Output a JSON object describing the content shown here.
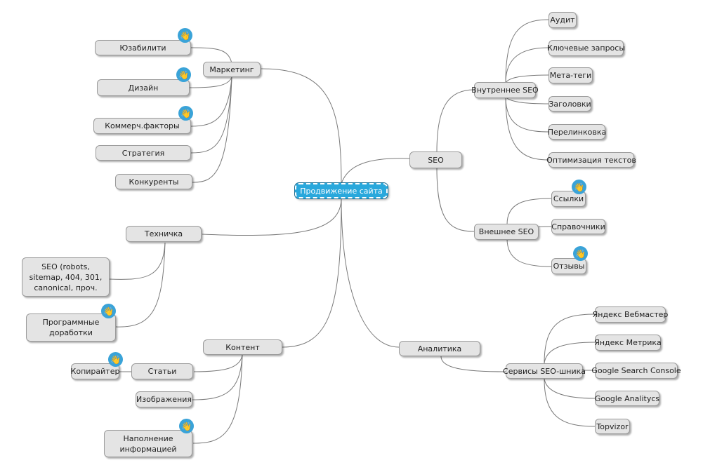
{
  "root": "Продвижение сайта",
  "marketing": {
    "label": "Маркетинг",
    "children": [
      "Юзабилити",
      "Дизайн",
      "Коммерч.факторы",
      "Стратегия",
      "Конкуренты"
    ]
  },
  "technical": {
    "label": "Техничка",
    "children": [
      "SEO (robots, sitemap, 404, 301, canonical, проч.",
      "Программные доработки"
    ]
  },
  "content": {
    "label": "Контент",
    "articles": "Статьи",
    "copywriter": "Копирайтер",
    "images": "Изображения",
    "filling": "Наполнение информацией"
  },
  "seo": {
    "label": "SEO",
    "internal": {
      "label": "Внутреннее SEO",
      "children": [
        "Аудит",
        "Ключевые запросы",
        "Мета-теги",
        "Заголовки",
        "Перелинковка",
        "Оптимизация текстов"
      ]
    },
    "external": {
      "label": "Внешнее SEO",
      "children": [
        "Ссылки",
        "Справочники",
        "Отзывы"
      ]
    }
  },
  "analytics": {
    "label": "Аналитика",
    "services": {
      "label": "Сервисы SEO-шника",
      "children": [
        "Яндекс Вебмастер",
        "Яндекс Метрика",
        "Google Search Console",
        "Google Analitycs",
        "Topvizor"
      ]
    }
  },
  "marker_icon": "waving-hand-icon",
  "colors": {
    "root_fill": "#29a8dc",
    "node_fill": "#e4e4e4",
    "marker": "#3aa3d8",
    "connector": "#7a7a7a"
  }
}
